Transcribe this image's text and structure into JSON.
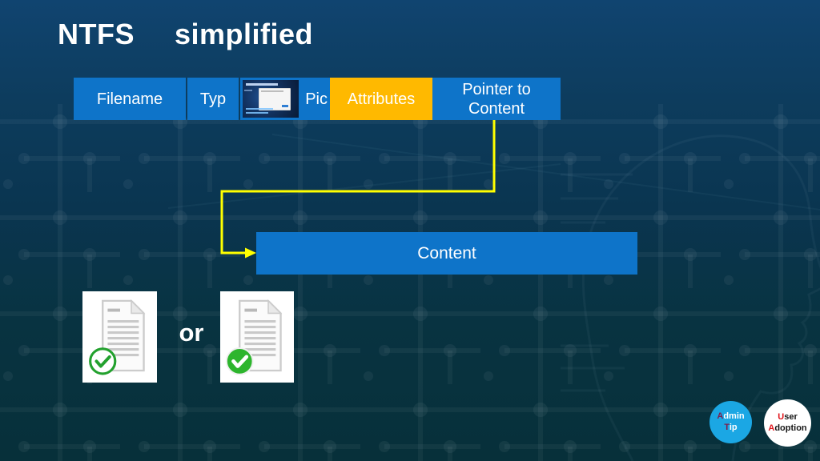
{
  "slide": {
    "title": {
      "part1": "NTFS",
      "part2": "simplified"
    },
    "record_row": {
      "filename_label": "Filename",
      "typ_label": "Typ",
      "pic_label": "Pic",
      "attributes_label": "Attributes",
      "pointer_label": "Pointer to Content"
    },
    "content_label": "Content",
    "or_label": "or",
    "badges": {
      "admin_tip": {
        "line1_first": "A",
        "line1_rest": "dmin",
        "line2_first": "T",
        "line2_rest": "ip"
      },
      "user_adoption": {
        "line1_first": "U",
        "line1_rest": "ser",
        "line2_first": "A",
        "line2_rest": "doption"
      }
    },
    "icons": {
      "pic_cell": "slide-thumbnail",
      "left_tile": "document-with-outlined-green-check",
      "right_tile": "document-with-solid-green-check",
      "connector": "yellow-elbow-arrow"
    },
    "colors": {
      "background_top": "#104470",
      "background_bottom": "#07303a",
      "cell_blue": "#0e74c9",
      "attributes_orange": "#ffb900",
      "arrow_yellow": "#ffff00",
      "check_green_outline": "#23a12e",
      "check_green_solid": "#2db52d",
      "admin_tip_circle": "#1ba7e4",
      "badge_accent_red": "#e0161d"
    }
  }
}
